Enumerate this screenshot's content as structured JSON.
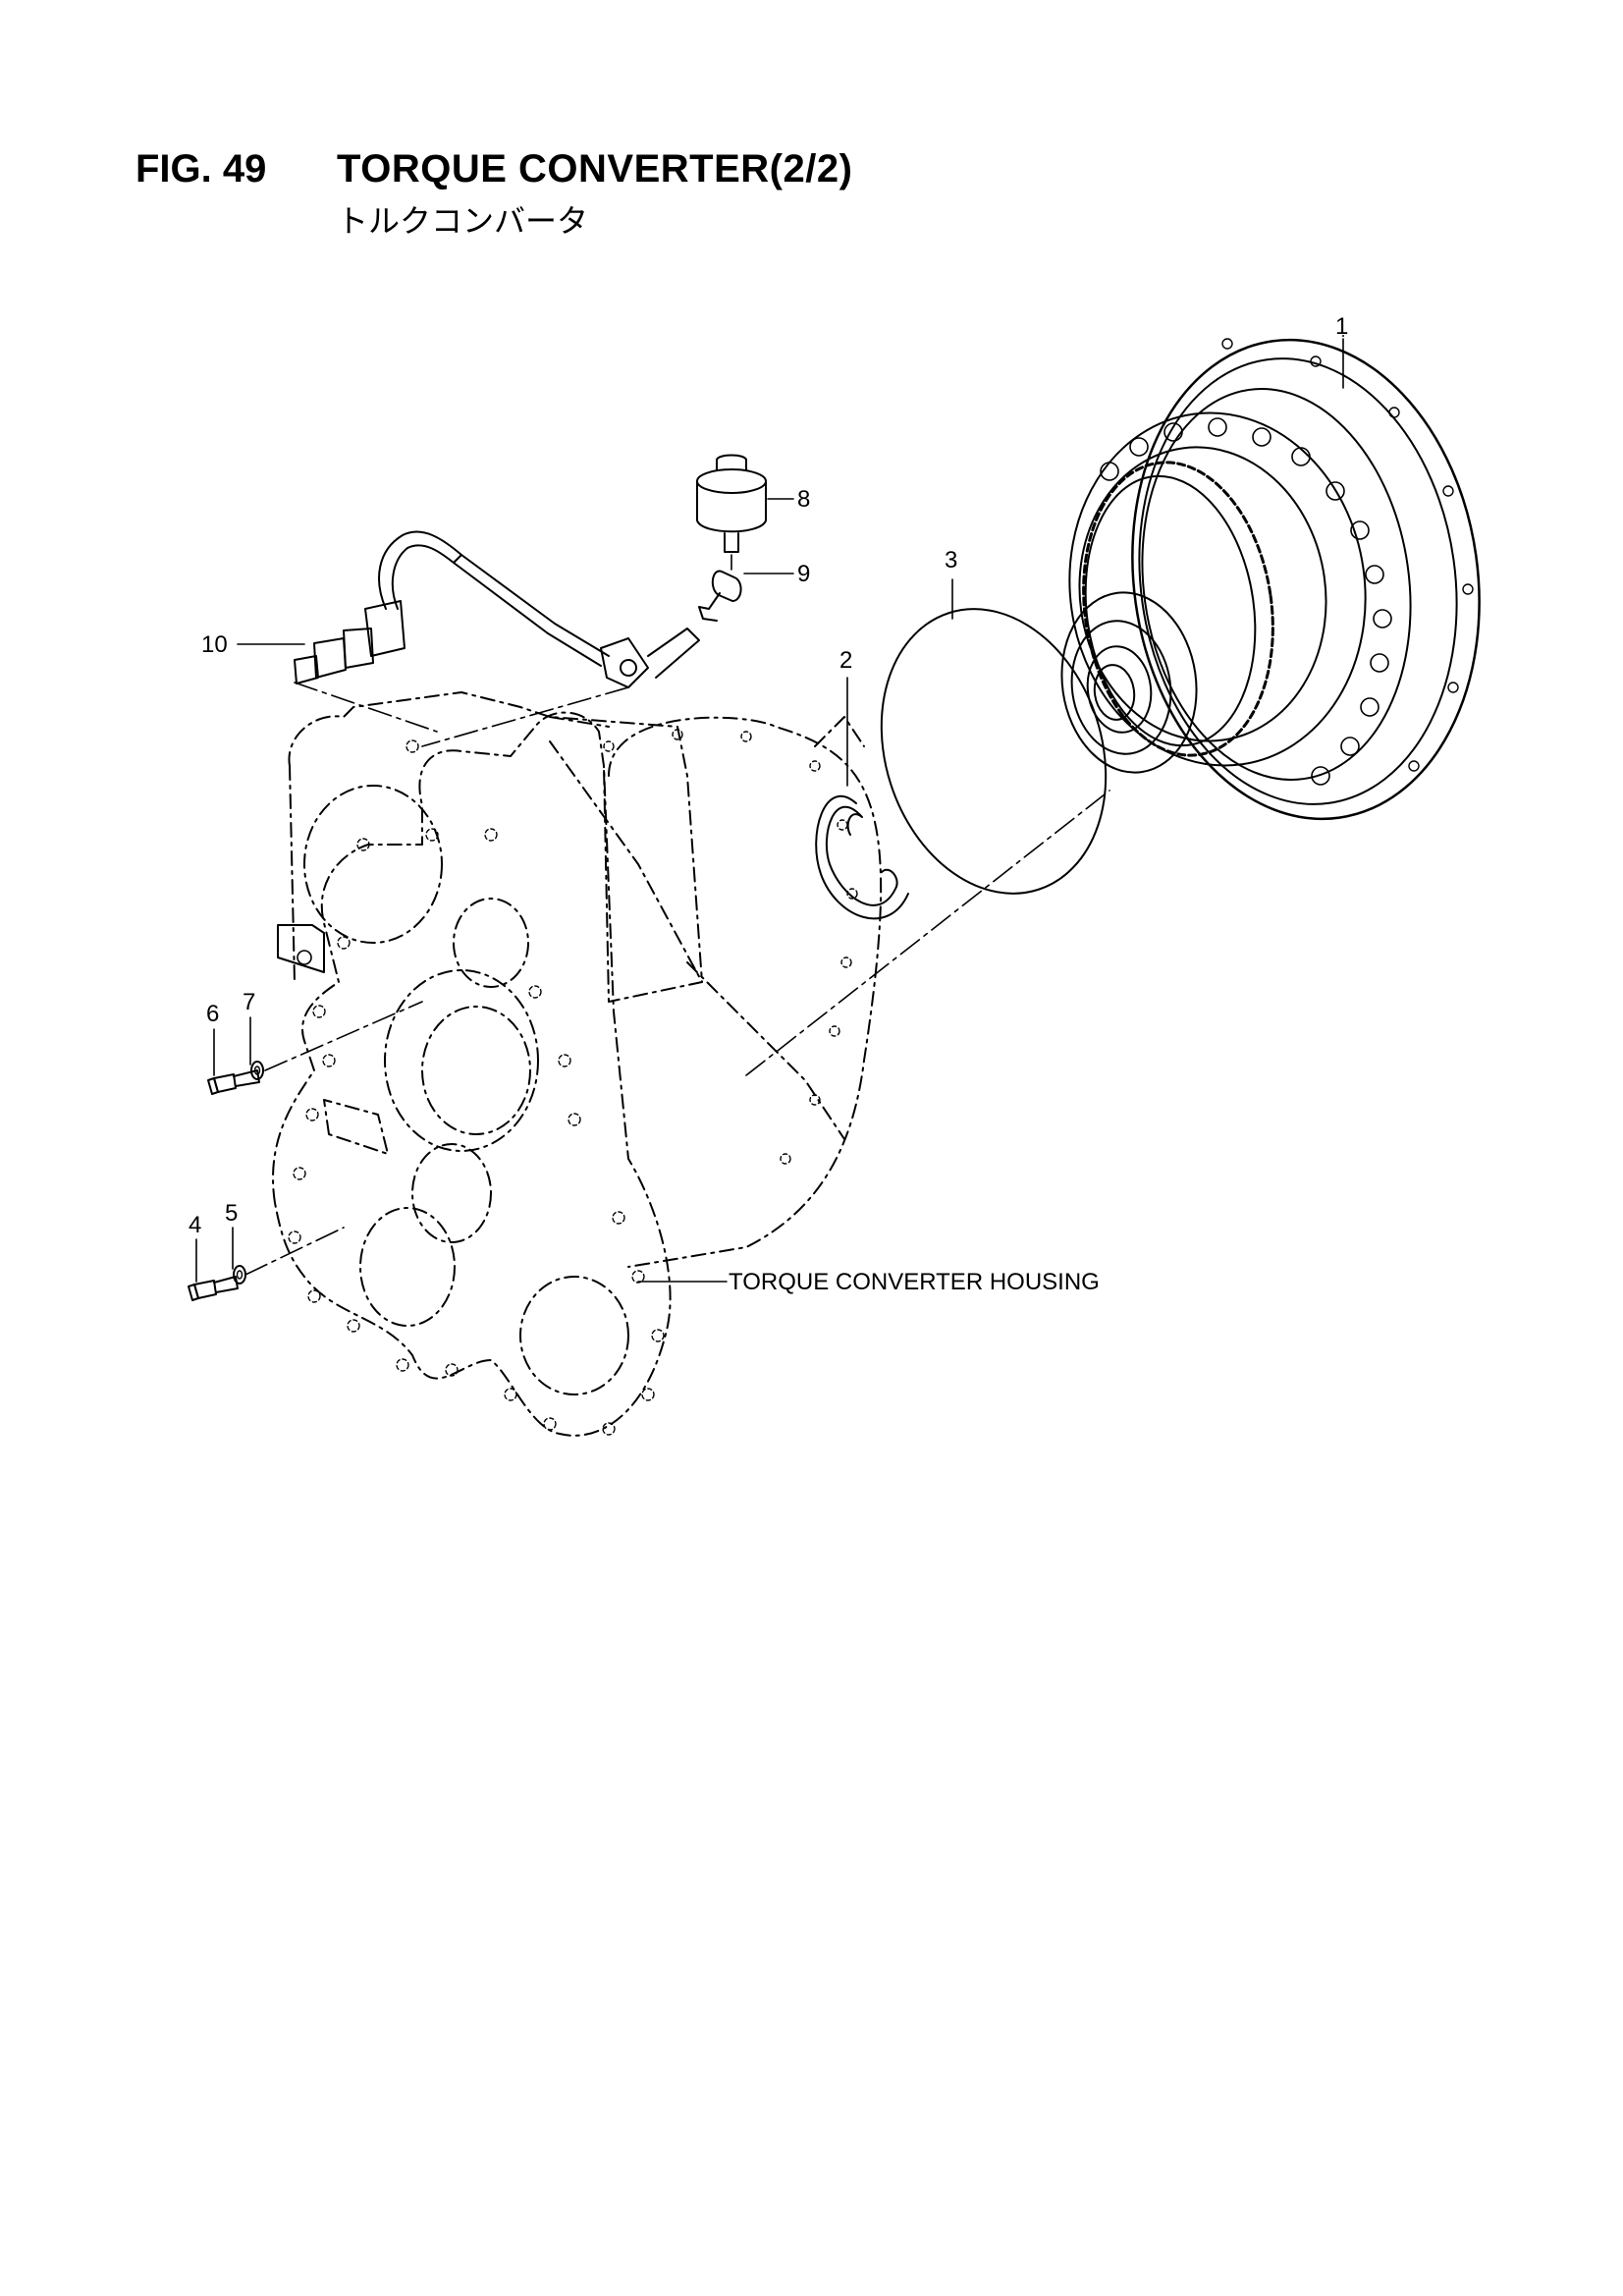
{
  "figure": {
    "number": "FIG. 49",
    "title": "TORQUE CONVERTER(2/2)",
    "subtitle": "トルクコンバータ"
  },
  "callouts": [
    {
      "id": "1",
      "label": "1"
    },
    {
      "id": "2",
      "label": "2"
    },
    {
      "id": "3",
      "label": "3"
    },
    {
      "id": "4",
      "label": "4"
    },
    {
      "id": "5",
      "label": "5"
    },
    {
      "id": "6",
      "label": "6"
    },
    {
      "id": "7",
      "label": "7"
    },
    {
      "id": "8",
      "label": "8"
    },
    {
      "id": "9",
      "label": "9"
    },
    {
      "id": "10",
      "label": "10"
    }
  ],
  "housing_label": "TORQUE CONVERTER HOUSING",
  "colors": {
    "ink": "#000000",
    "paper": "#ffffff"
  }
}
